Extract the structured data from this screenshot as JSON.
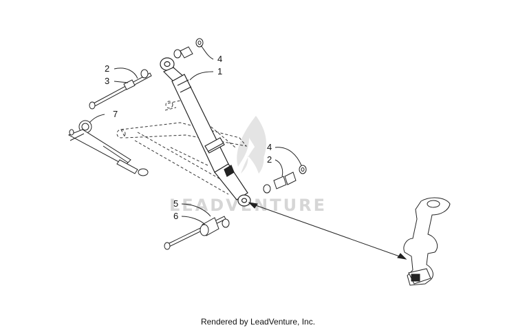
{
  "parts": [
    {
      "id": "shock-absorber",
      "callout": "1"
    },
    {
      "id": "bushing",
      "callout": "2"
    },
    {
      "id": "upper-bolt",
      "callout": "3"
    },
    {
      "id": "lock-nut",
      "callout": "4"
    },
    {
      "id": "lower-bushing",
      "callout": "5"
    },
    {
      "id": "lower-bolt",
      "callout": "6"
    },
    {
      "id": "pump-gauge",
      "callout": "7"
    }
  ],
  "callouts": {
    "c1": "1",
    "c2a": "2",
    "c3": "3",
    "c4a": "4",
    "c7": "7",
    "c4b": "4",
    "c2b": "2",
    "c5": "5",
    "c6": "6"
  },
  "watermark": {
    "text": "LEADVENTURE"
  },
  "footer": {
    "caption": "Rendered by LeadVenture, Inc."
  },
  "colors": {
    "line": "#222222",
    "watermark": "#d6d6d6",
    "background": "#ffffff"
  }
}
